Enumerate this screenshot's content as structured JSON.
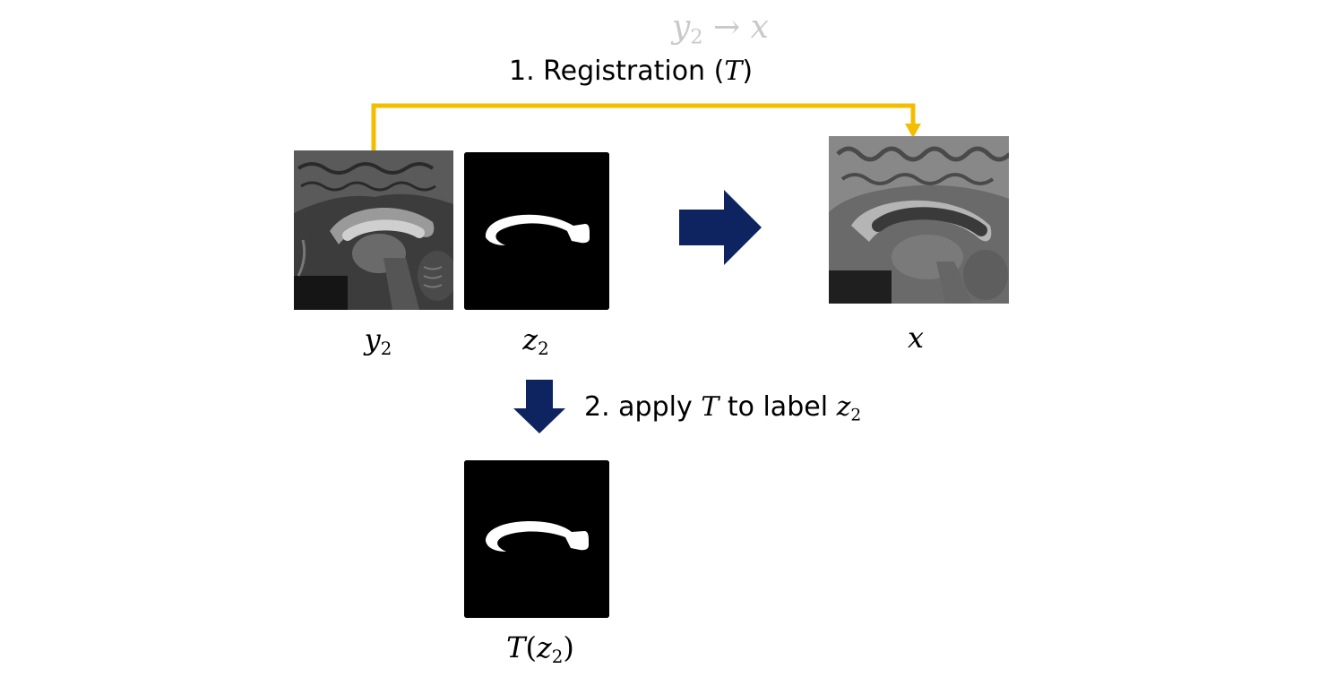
{
  "title_equation": {
    "from": "y",
    "from_sub": "2",
    "arrow": "→",
    "to": "x"
  },
  "step1": {
    "text": "1. Registration (",
    "symbol": "T",
    "close": ")"
  },
  "step2": {
    "text": "2. apply ",
    "symbol": "T",
    "middle": " to label ",
    "var": "z",
    "var_sub": "2"
  },
  "images": {
    "y2": {
      "var": "y",
      "sub": "2"
    },
    "z2": {
      "var": "z",
      "sub": "2"
    },
    "x": {
      "var": "x"
    },
    "tz2": {
      "func": "T",
      "open": "(",
      "var": "z",
      "sub": "2",
      "close": ")"
    }
  },
  "colors": {
    "registration_arrow": "#f5bd00",
    "block_arrow": "#0d2460",
    "equation_gray": "#c9c9c9",
    "mask_bg": "#000000",
    "mask_fg": "#ffffff"
  }
}
